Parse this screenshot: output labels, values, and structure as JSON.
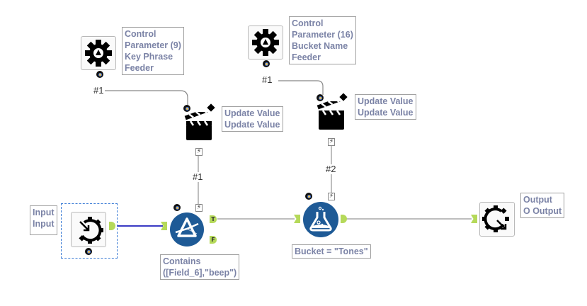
{
  "workflow": {
    "tools": {
      "control_param_9": {
        "type": "Control Parameter",
        "icon": "gear-icon",
        "label_lines": [
          "Control",
          "Parameter (9)",
          "Key Phrase",
          "Feeder"
        ]
      },
      "control_param_16": {
        "type": "Control Parameter",
        "icon": "gear-icon",
        "label_lines": [
          "Control",
          "Parameter (16)",
          "Bucket Name",
          "Feeder"
        ]
      },
      "action_1": {
        "type": "Action",
        "icon": "clapperboard-icon",
        "label_lines": [
          "Update Value",
          "Update Value"
        ]
      },
      "action_2": {
        "type": "Action",
        "icon": "clapperboard-icon",
        "label_lines": [
          "Update Value",
          "Update Value"
        ]
      },
      "macro_input": {
        "type": "Macro Input",
        "icon": "macro-input-icon",
        "label_lines": [
          "Input",
          "Input"
        ],
        "selected": true
      },
      "filter": {
        "type": "Filter",
        "icon": "filter-prism-icon",
        "label_lines": [
          "Contains",
          "([Field_6],\"beep\")"
        ],
        "outputs": [
          "T",
          "F"
        ]
      },
      "formula": {
        "type": "Formula",
        "icon": "flask-icon",
        "label_lines": [
          "Bucket = \"Tones\""
        ]
      },
      "macro_output": {
        "type": "Macro Output",
        "icon": "macro-output-icon",
        "label_lines": [
          "Output",
          "O Output"
        ]
      }
    },
    "connections": [
      {
        "from": "control_param_9",
        "to": "action_1",
        "label": "#1"
      },
      {
        "from": "control_param_16",
        "to": "action_2",
        "label": "#1"
      },
      {
        "from": "action_1",
        "to": "filter",
        "label": "#1"
      },
      {
        "from": "action_2",
        "to": "formula",
        "label": "#2"
      },
      {
        "from": "macro_input",
        "to": "filter",
        "label": ""
      },
      {
        "from": "filter",
        "to": "formula",
        "label": "",
        "anchor": "T"
      },
      {
        "from": "formula",
        "to": "macro_output",
        "label": ""
      }
    ],
    "colors": {
      "label_text": "#7b83a6",
      "anchor_green": "#b5d95a",
      "tool_blue": "#1e5a96",
      "selected_wire": "#3b3bc4",
      "wire": "#a8a8a8",
      "selection_border": "#3a7bd5"
    }
  }
}
